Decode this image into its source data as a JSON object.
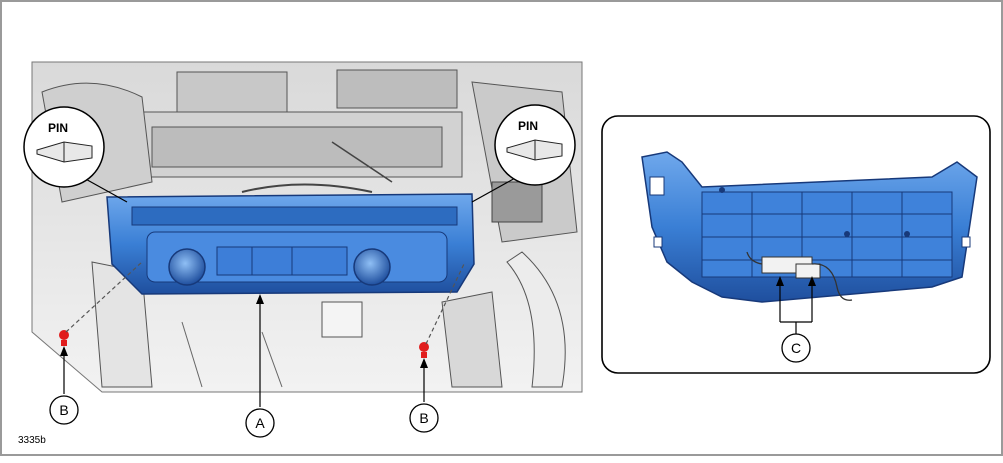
{
  "labels": {
    "pin_left": "PIN",
    "pin_right": "PIN",
    "callout_a": "A",
    "callout_b_left": "B",
    "callout_b_right": "B",
    "callout_c": "C",
    "figure_code": "3335b"
  },
  "colors": {
    "panel_blue": "#3a7fd5",
    "panel_blue_dark": "#1f4f9e",
    "panel_blue_light": "#6fa8ec",
    "clip_red": "#e11d1d",
    "background_gray": "#e6e6e6",
    "line_gray": "#8a8a8a"
  }
}
